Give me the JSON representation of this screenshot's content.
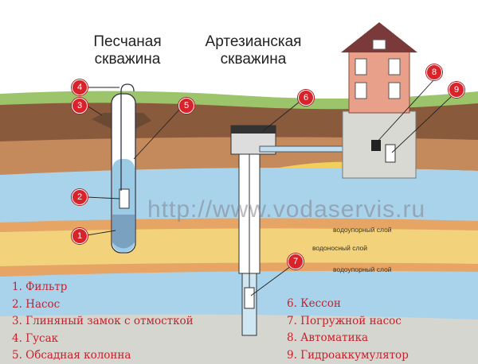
{
  "titles": {
    "sand_well": [
      "Песчаная",
      "скважина"
    ],
    "artesian_well": [
      "Артезианская",
      "скважина"
    ]
  },
  "watermark": "http://www.vodaservis.ru",
  "layers": {
    "aquiclude_top": "водоупорный слой",
    "aquifer": "водоносный слой",
    "aquiclude_bottom": "водоупорный слой"
  },
  "callouts": [
    "1",
    "2",
    "3",
    "4",
    "5",
    "6",
    "7",
    "8",
    "9"
  ],
  "legend_left": [
    "1. Фильтр",
    "2. Насос",
    "3. Глиняный замок с отмосткой",
    "4. Гусак",
    "5. Обсадная колонна"
  ],
  "legend_right": [
    "6. Кессон",
    "7. Погружной насос",
    "8. Автоматика",
    "9. Гидроаккумулятор"
  ],
  "colors": {
    "callout": "#d8232a",
    "legend_text": "#c8202a",
    "water": "#a9d3ea",
    "sand": "#f2d27a",
    "soil": "#8a5a3c"
  }
}
